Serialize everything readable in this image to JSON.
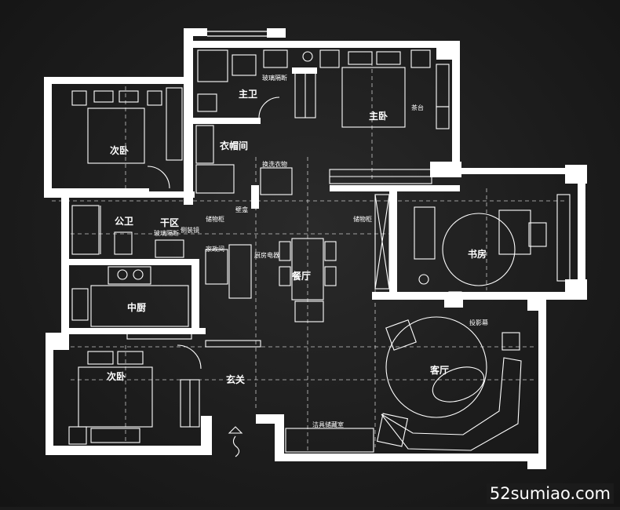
{
  "rooms": {
    "master_bath": "主卫",
    "master_bedroom": "主卧",
    "bedroom_top": "次卧",
    "bedroom_bottom": "次卧",
    "walk_in_closet": "衣帽间",
    "public_bath": "公卫",
    "dry_zone": "干区",
    "dining": "餐厅",
    "study": "书房",
    "kitchen": "中厨",
    "living": "客厅",
    "entrance": "玄关"
  },
  "labels": {
    "glass_partition_1": "玻璃隔断",
    "glass_partition_2": "玻璃隔断",
    "tea_table": "茶台",
    "laundry": "换洗衣物",
    "storage_1": "储物柜",
    "storage_2": "储物柜",
    "niche": "壁龛",
    "side_mirror": "侧装镜",
    "appliance_room": "家政间",
    "kitchen_appliance": "厨房电器",
    "projector_screen": "投影幕",
    "kitchenware_room": "洁具储藏室"
  },
  "watermark": "52sumiao.com"
}
